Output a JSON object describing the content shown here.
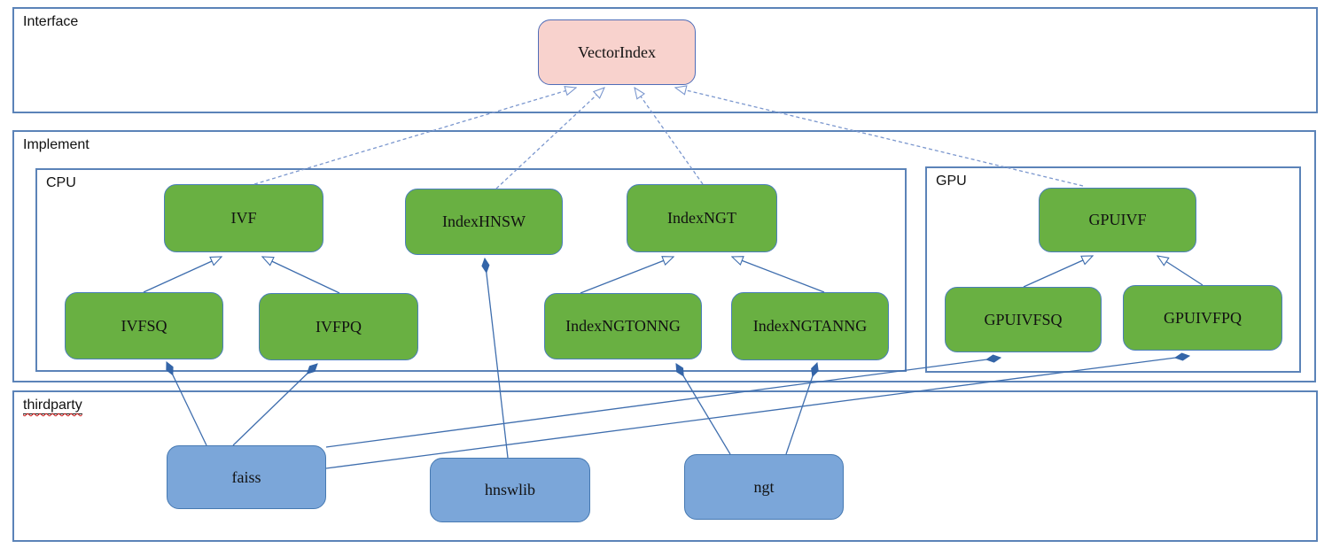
{
  "diagram": {
    "containers": {
      "interface": {
        "label": "Interface"
      },
      "implement": {
        "label": "Implement"
      },
      "cpu": {
        "label": "CPU"
      },
      "gpu": {
        "label": "GPU"
      },
      "thirdparty": {
        "label": "thirdparty"
      }
    },
    "nodes": {
      "vectorindex": {
        "label": "VectorIndex",
        "group": "interface"
      },
      "ivf": {
        "label": "IVF",
        "group": "cpu"
      },
      "indexhnsw": {
        "label": "IndexHNSW",
        "group": "cpu"
      },
      "indexngt": {
        "label": "IndexNGT",
        "group": "cpu"
      },
      "ivfsq": {
        "label": "IVFSQ",
        "group": "cpu"
      },
      "ivfpq": {
        "label": "IVFPQ",
        "group": "cpu"
      },
      "indexngtonng": {
        "label": "IndexNGTONNG",
        "group": "cpu"
      },
      "indexngtanng": {
        "label": "IndexNGTANNG",
        "group": "cpu"
      },
      "gpuivf": {
        "label": "GPUIVF",
        "group": "gpu"
      },
      "gpuivfsq": {
        "label": "GPUIVFSQ",
        "group": "gpu"
      },
      "gpuivfpq": {
        "label": "GPUIVFPQ",
        "group": "gpu"
      },
      "faiss": {
        "label": "faiss",
        "group": "thirdparty"
      },
      "hnswlib": {
        "label": "hnswlib",
        "group": "thirdparty"
      },
      "ngt": {
        "label": "ngt",
        "group": "thirdparty"
      }
    },
    "edges": [
      {
        "from": "IVF",
        "to": "VectorIndex",
        "type": "realization-dashed-hollow-arrow"
      },
      {
        "from": "IndexHNSW",
        "to": "VectorIndex",
        "type": "realization-dashed-hollow-arrow"
      },
      {
        "from": "IndexNGT",
        "to": "VectorIndex",
        "type": "realization-dashed-hollow-arrow"
      },
      {
        "from": "GPUIVF",
        "to": "VectorIndex",
        "type": "realization-dashed-hollow-arrow"
      },
      {
        "from": "IVFSQ",
        "to": "IVF",
        "type": "generalization-hollow-arrow"
      },
      {
        "from": "IVFPQ",
        "to": "IVF",
        "type": "generalization-hollow-arrow"
      },
      {
        "from": "IndexNGTONNG",
        "to": "IndexNGT",
        "type": "generalization-hollow-arrow"
      },
      {
        "from": "IndexNGTANNG",
        "to": "IndexNGT",
        "type": "generalization-hollow-arrow"
      },
      {
        "from": "GPUIVFSQ",
        "to": "GPUIVF",
        "type": "generalization-hollow-arrow"
      },
      {
        "from": "GPUIVFPQ",
        "to": "GPUIVF",
        "type": "generalization-hollow-arrow"
      },
      {
        "from": "faiss",
        "to": "IVFSQ",
        "type": "composition-filled-diamond"
      },
      {
        "from": "faiss",
        "to": "IVFPQ",
        "type": "composition-filled-diamond"
      },
      {
        "from": "faiss",
        "to": "GPUIVFSQ",
        "type": "composition-filled-diamond"
      },
      {
        "from": "faiss",
        "to": "GPUIVFPQ",
        "type": "composition-filled-diamond"
      },
      {
        "from": "hnswlib",
        "to": "IndexHNSW",
        "type": "composition-filled-diamond"
      },
      {
        "from": "ngt",
        "to": "IndexNGTONNG",
        "type": "composition-filled-diamond"
      },
      {
        "from": "ngt",
        "to": "IndexNGTANNG",
        "type": "composition-filled-diamond"
      }
    ],
    "colors": {
      "interface_node_fill": "#f8d2cd",
      "implement_node_fill": "#69b042",
      "thirdparty_node_fill": "#7ba6d9",
      "node_border": "#4a7ebb",
      "container_border": "#5b83b8",
      "connector": "#3f6eae",
      "dashed_connector": "#7b97ce",
      "diamond_fill": "#3465a8",
      "spellcheck_underline": "#cc1414"
    }
  }
}
